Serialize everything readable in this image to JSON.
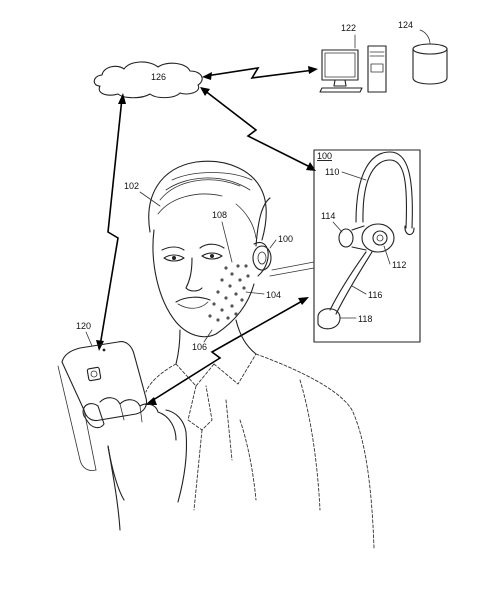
{
  "labels": {
    "system_box": "100",
    "user": "102",
    "facial_region": "104",
    "neck_region": "106",
    "sensor_array": "108",
    "headset_on_user": "100",
    "earpiece_headband": "110",
    "earpad": "112",
    "ear_cushion": "114",
    "boom_arm": "116",
    "boom_tip": "118",
    "phone": "120",
    "desktop": "122",
    "database": "124",
    "cloud": "126"
  }
}
